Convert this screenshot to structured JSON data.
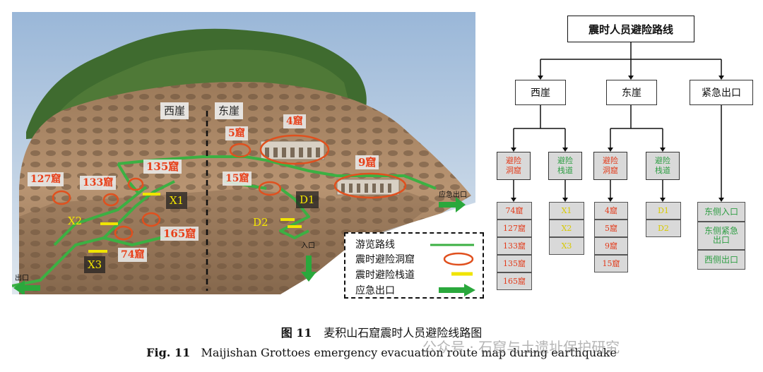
{
  "photo": {
    "cliff_labels": {
      "west": "西崖",
      "east": "东崖"
    },
    "caves": {
      "c4": "4窟",
      "c5": "5窟",
      "c9": "9窟",
      "c15": "15窟",
      "c127": "127窟",
      "c133": "133窟",
      "c135": "135窟",
      "c165": "165窟",
      "c74": "74窟"
    },
    "plankways": {
      "x1": "X1",
      "x2": "X2",
      "x3": "X3",
      "d1": "D1",
      "d2": "D2"
    },
    "exits": {
      "emergency": "应急出口",
      "entrance": "入口",
      "exit": "出口"
    },
    "legend": [
      {
        "label": "游览路线",
        "symbol": "green-line"
      },
      {
        "label": "震时避险洞窟",
        "symbol": "red-ellipse"
      },
      {
        "label": "震时避险栈道",
        "symbol": "yellow-line"
      },
      {
        "label": "应急出口",
        "symbol": "green-arrow"
      }
    ]
  },
  "colors": {
    "route": "#3cb043",
    "cave_mark": "#e0501e",
    "plankway": "#f0e400",
    "arrow": "#2aa83c",
    "cave_text": "#e23a1a"
  },
  "flow": {
    "root": "震时人员避险路线",
    "branches": {
      "west": "西崖",
      "east": "东崖",
      "exit": "紧急出口"
    },
    "sub": {
      "west_caves": "避险洞窟",
      "west_plank": "避险栈道",
      "east_caves": "避险洞窟",
      "east_plank": "避险栈道"
    },
    "west_caves_list": [
      "74窟",
      "127窟",
      "133窟",
      "135窟",
      "165窟"
    ],
    "west_plank_list": [
      "X1",
      "X2",
      "X3"
    ],
    "east_caves_list": [
      "4窟",
      "5窟",
      "9窟",
      "15窟"
    ],
    "east_plank_list": [
      "D1",
      "D2"
    ],
    "exit_list": [
      "东侧入口",
      "东侧紧急出口",
      "西侧出口"
    ]
  },
  "caption": {
    "cn_label": "图 11",
    "cn_text": "麦积山石窟震时人员避险线路图",
    "en_label": "Fig. 11",
    "en_text": "Maijishan Grottoes emergency evacuation route map during earthquake"
  },
  "watermark": "公众号 · 石窟与土遗址保护研究"
}
